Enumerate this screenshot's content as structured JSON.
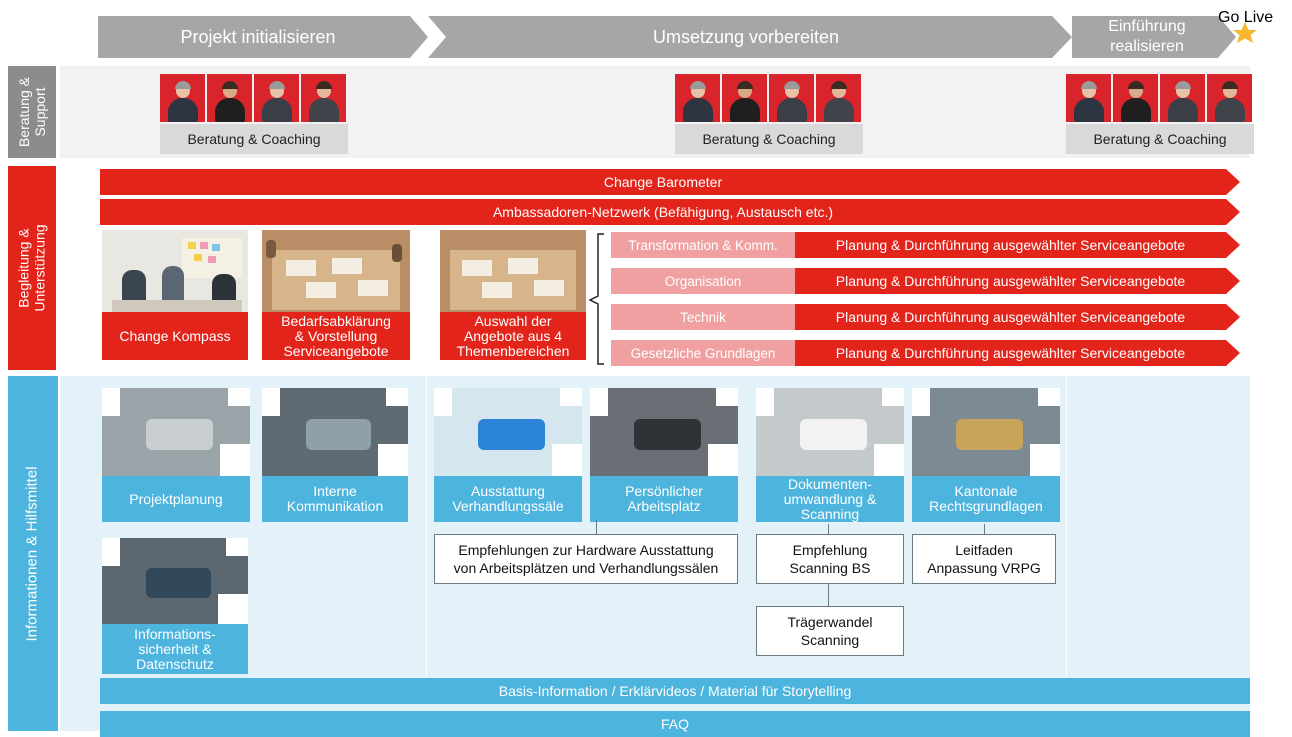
{
  "phases": [
    "Projekt initialisieren",
    "Umsetzung vorbereiten",
    "Einführung\nrealisieren"
  ],
  "go_live": "Go Live",
  "side_labels": {
    "support": "Beratung &\nSupport",
    "begleitung": "Begleitung &\nUnterstützung",
    "info": "Informationen & Hilfsmittel"
  },
  "coaching_label": "Beratung & Coaching",
  "red_bars": [
    "Change Barometer",
    "Ambassadoren-Netzwerk (Befähigung, Austausch etc.)"
  ],
  "begleitung_cards": [
    "Change Kompass",
    "Bedarfsabklärung\n& Vorstellung\nServiceangebote",
    "Auswahl der\nAngebote aus 4\nThemenbereichen"
  ],
  "themes": [
    "Transformation & Komm.",
    "Organisation",
    "Technik",
    "Gesetzliche Grundlagen"
  ],
  "service_text": "Planung & Durchführung ausgewählter Serviceangebote",
  "info_cards": [
    "Projektplanung",
    "Interne\nKommunikation",
    "Ausstattung\nVerhandlungssäle",
    "Persönlicher\nArbeitsplatz",
    "Dokumenten-\numwandlung &\nScanning",
    "Kantonale\nRechtsgrundlagen",
    "Informations-\nsicherheit &\nDatenschutz"
  ],
  "outline_boxes": [
    "Empfehlungen zur Hardware Ausstattung\nvon Arbeitsplätzen und Verhandlungssälen",
    "Empfehlung\nScanning BS",
    "Leitfaden\nAnpassung VRPG",
    "Trägerwandel\nScanning"
  ],
  "blue_bars": [
    "Basis-Information / Erklärvideos / Material für Storytelling",
    "FAQ"
  ],
  "colors": {
    "red": "#e3241b",
    "pink": "#f0a0a0",
    "blue": "#4db4dd",
    "grey": "#a6a6a6",
    "light_blue_bg": "#e2f2f8",
    "light_grey_bg": "#f2f2f2"
  }
}
